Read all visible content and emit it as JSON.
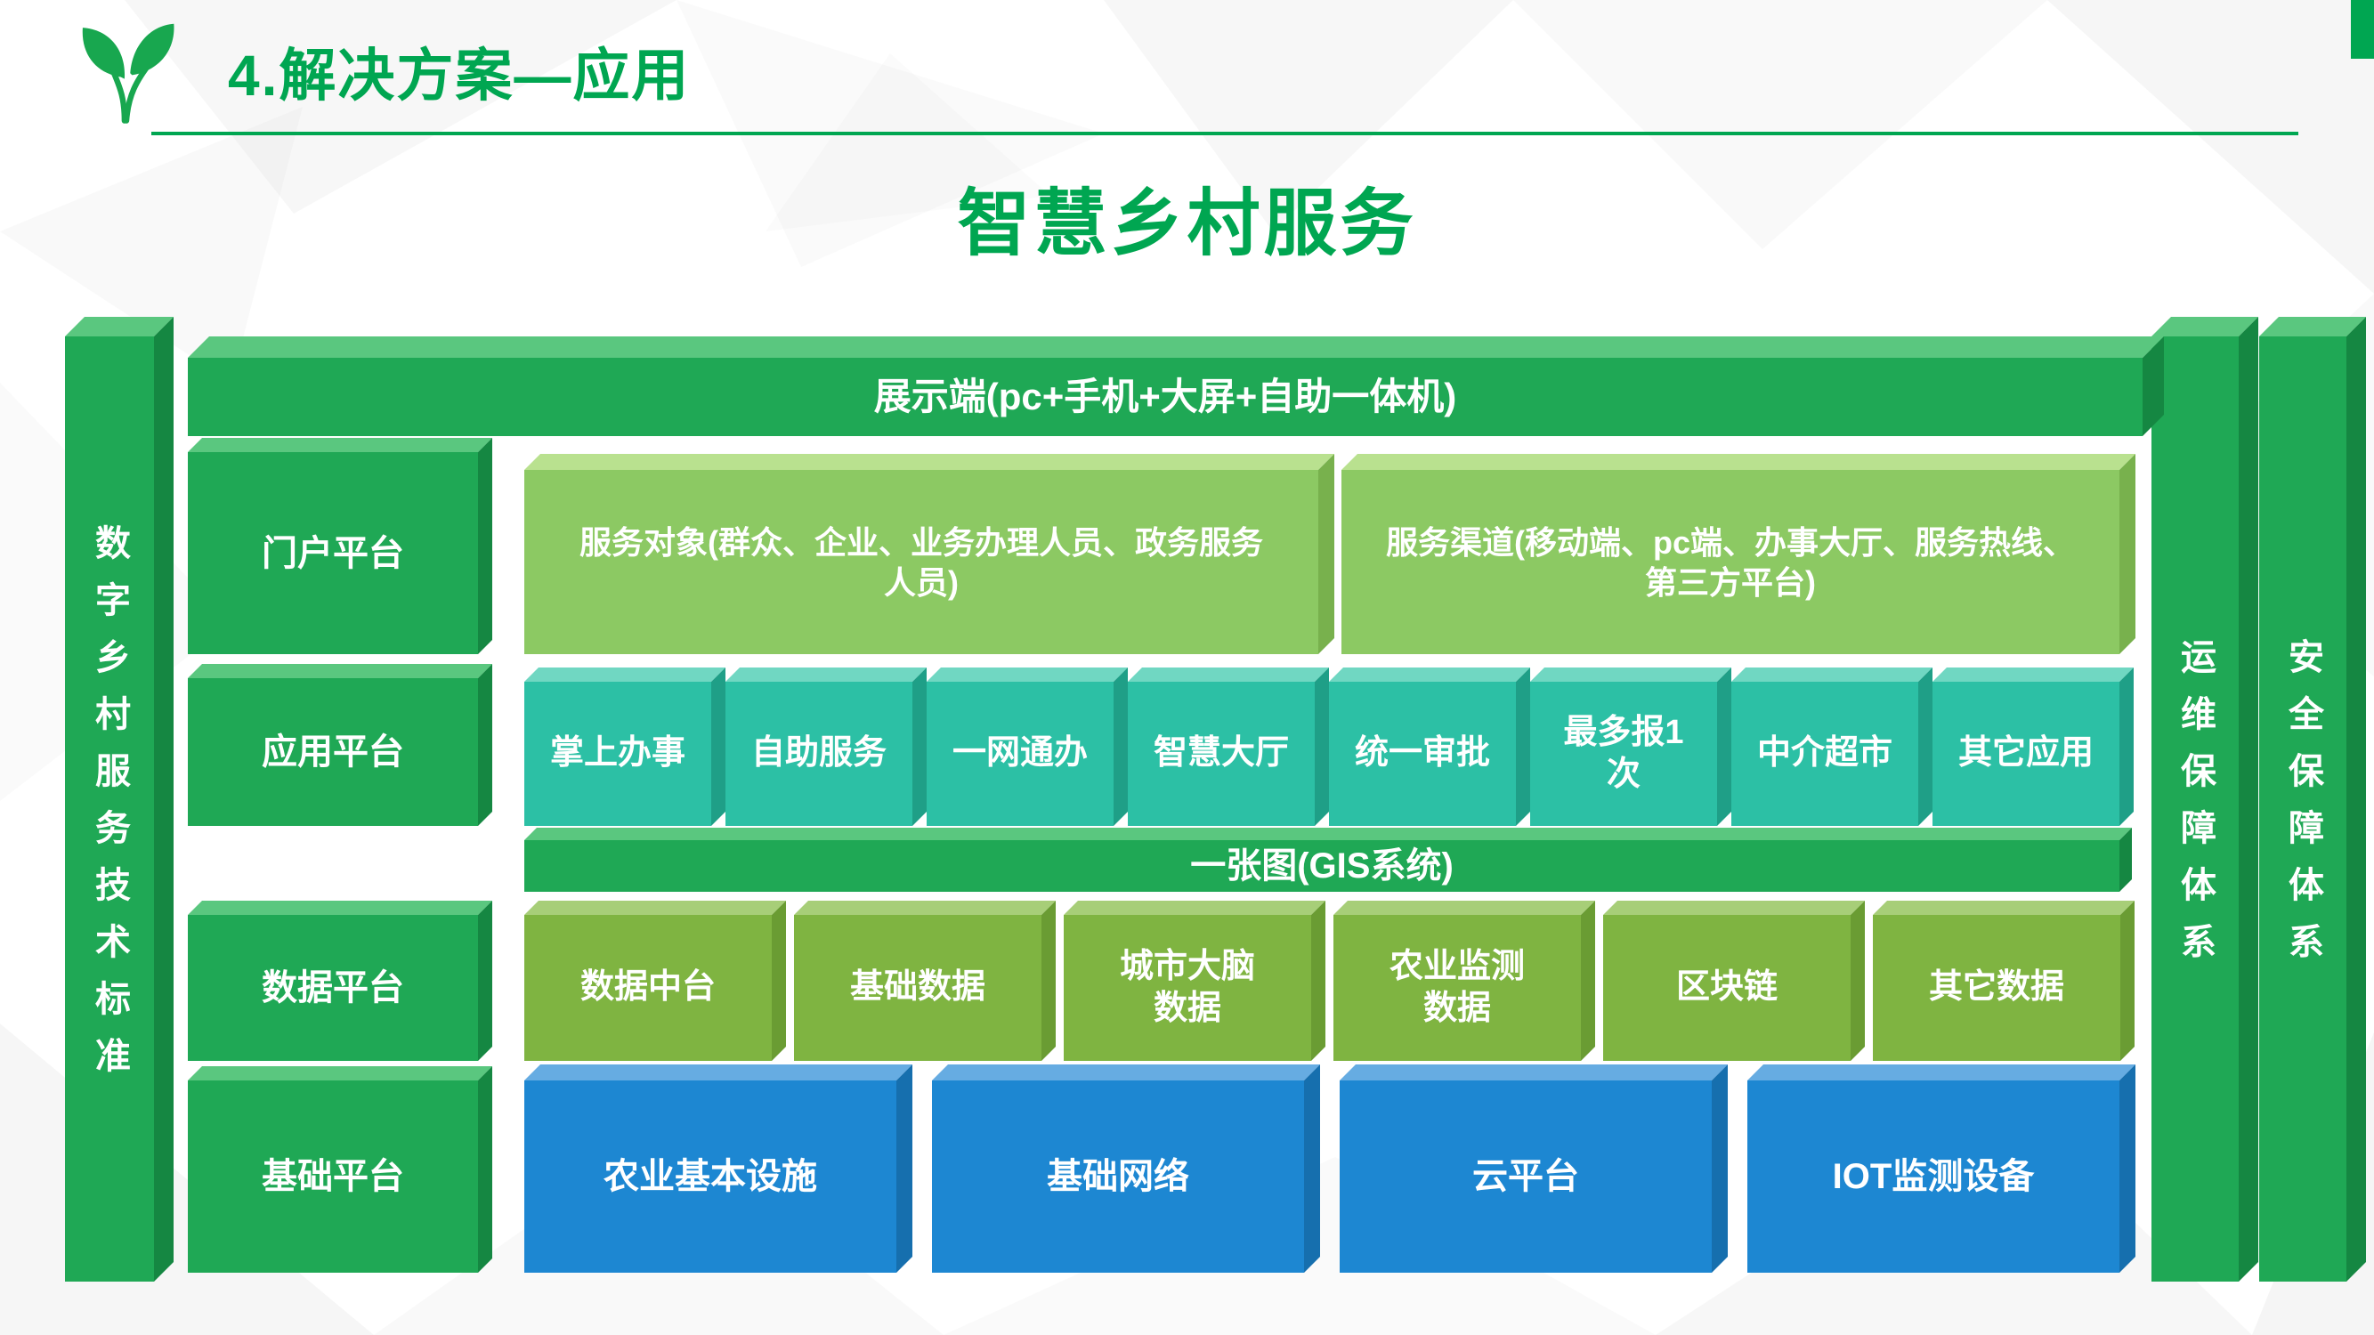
{
  "header": {
    "title": "4.解决方案—应用",
    "subtitle": "智慧乡村服务",
    "logo_icon": "leaf-icon"
  },
  "diagram": {
    "left_pillar": "数字乡村服务技术标准",
    "right_pillar_ops": "运维保障体系",
    "right_pillar_security": "安全保障体系",
    "display_bar": "展示端(pc+手机+大屏+自助一体机)",
    "gis_bar": "一张图(GIS系统)",
    "layers": [
      {
        "label": "门户平台",
        "items": [
          "服务对象(群众、企业、业务办理人员、政务服务人员)",
          "服务渠道(移动端、pc端、办事大厅、服务热线、第三方平台)"
        ]
      },
      {
        "label": "应用平台",
        "items": [
          "掌上办事",
          "自助服务",
          "一网通办",
          "智慧大厅",
          "统一审批",
          "最多报1次",
          "中介超市",
          "其它应用"
        ]
      },
      {
        "label": "数据平台",
        "items": [
          "数据中台",
          "基础数据",
          "城市大脑数据",
          "农业监测数据",
          "区块链",
          "其它数据"
        ]
      },
      {
        "label": "基础平台",
        "items": [
          "农业基本设施",
          "基础网络",
          "云平台",
          "IOT监测设备"
        ]
      }
    ]
  },
  "colors": {
    "brand-green": "#00a651",
    "green-face": "#1fa855",
    "green-top": "#5ac77f",
    "green-side": "#158742",
    "lgreen-face": "#8cc963",
    "lgreen-top": "#b9e18f",
    "lgreen-side": "#78b14d",
    "teal-face": "#2cc0a5",
    "teal-top": "#70d7c2",
    "teal-side": "#1f9f87",
    "olive-face": "#7fb441",
    "olive-top": "#a7ce78",
    "olive-side": "#6a9c33",
    "blue-face": "#1d87d2",
    "blue-top": "#66ace2",
    "blue-side": "#166fae"
  }
}
